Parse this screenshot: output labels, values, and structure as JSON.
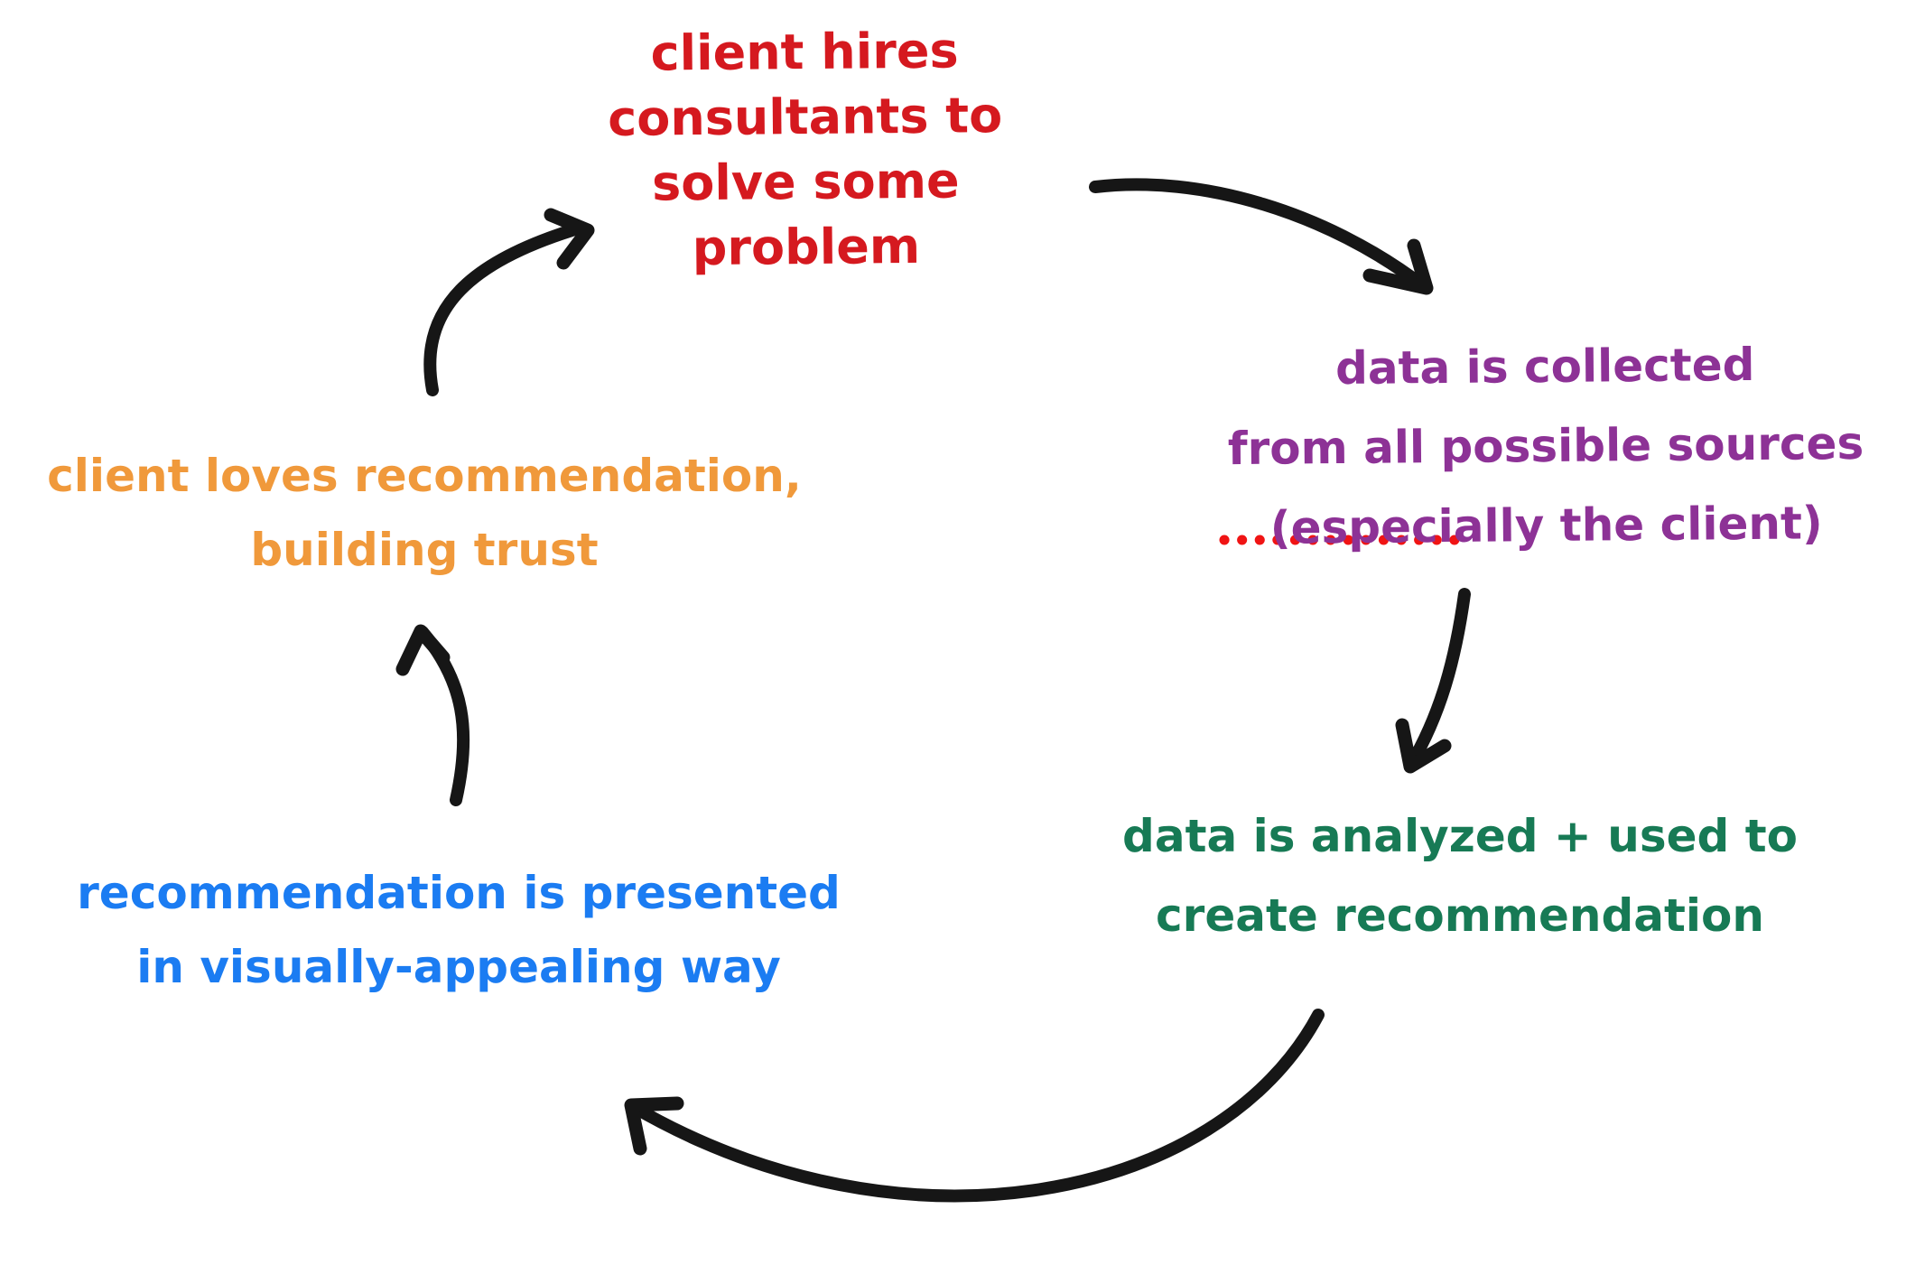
{
  "canvas": {
    "background": "#ffffff",
    "ink_color": "#161616"
  },
  "nodes": {
    "hire": {
      "color": "#d5191f",
      "lines": [
        "client hires",
        "consultants to",
        "solve some",
        "problem"
      ]
    },
    "collect": {
      "color": "#8d3296",
      "lines": [
        "data is collected",
        "from all possible sources",
        "(especially the client)"
      ],
      "underline_color": "#f01414",
      "underline_style": "dotted",
      "underlined_word": "(especially"
    },
    "analyze": {
      "color": "#177a55",
      "lines": [
        "data is analyzed + used to",
        "create recommendation"
      ]
    },
    "present": {
      "color": "#1b7cf2",
      "lines": [
        "recommendation is presented",
        "in visually-appealing way"
      ]
    },
    "trust": {
      "color": "#f0993b",
      "lines": [
        "client loves recommendation,",
        "building trust"
      ]
    }
  },
  "arrows": [
    {
      "name": "arrow-hire-to-collect",
      "from": "hire",
      "to": "collect"
    },
    {
      "name": "arrow-collect-to-analyze",
      "from": "collect",
      "to": "analyze"
    },
    {
      "name": "arrow-analyze-to-present",
      "from": "analyze",
      "to": "present"
    },
    {
      "name": "arrow-present-to-trust",
      "from": "present",
      "to": "trust"
    },
    {
      "name": "arrow-trust-to-hire",
      "from": "trust",
      "to": "hire"
    }
  ]
}
